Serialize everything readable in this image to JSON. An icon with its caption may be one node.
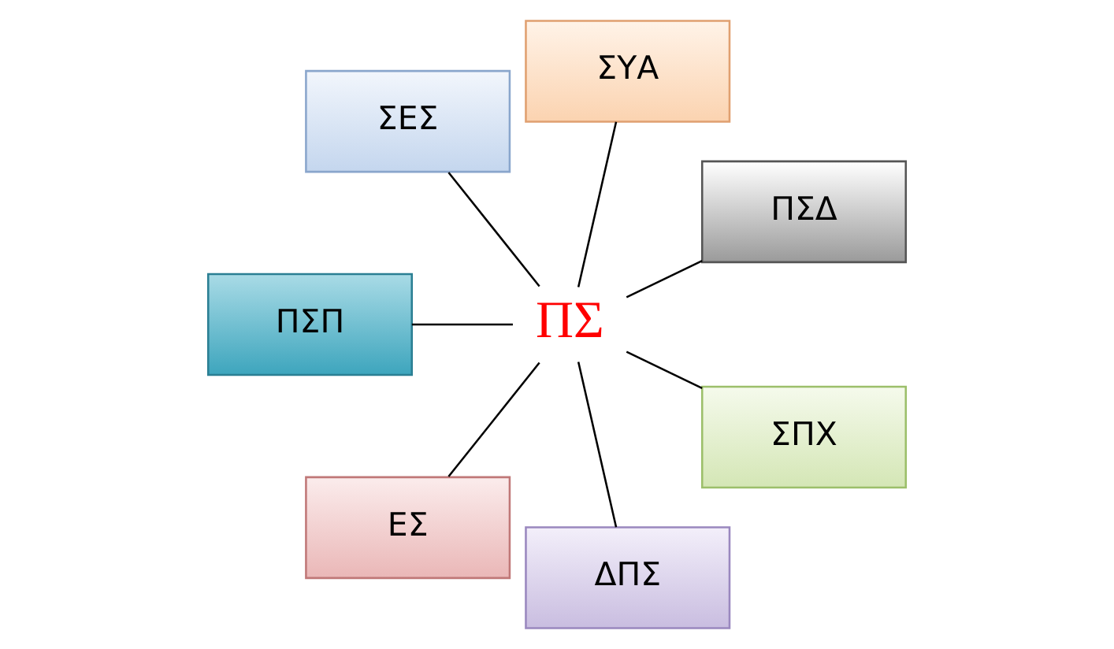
{
  "diagram": {
    "nodes": [
      {
        "text": [
          "ΠΣΔ"
        ]
      },
      {
        "text": [
          "ΣΥΑ"
        ]
      },
      {
        "text": [
          "ΣΕΣ"
        ]
      },
      {
        "text": [
          "ΠΣ"
        ]
      },
      {
        "text": [
          "ΠΣΠ"
        ]
      },
      {
        "text": [
          "ΕΣ"
        ]
      },
      {
        "text": [
          "ΔΠΣ"
        ]
      },
      {
        "text": [
          "ΣΠΧ"
        ]
      }
    ],
    "edges": [
      {
        "from": 3,
        "to": 0,
        "arrow": "none"
      },
      {
        "from": 3,
        "to": 1,
        "arrow": "none"
      },
      {
        "from": 3,
        "to": 2,
        "arrow": "none"
      },
      {
        "from": 3,
        "to": 4,
        "arrow": "none"
      },
      {
        "from": 3,
        "to": 5,
        "arrow": "none"
      },
      {
        "from": 3,
        "to": 6,
        "arrow": "none"
      },
      {
        "from": 3,
        "to": 7,
        "arrow": "none"
      }
    ]
  }
}
